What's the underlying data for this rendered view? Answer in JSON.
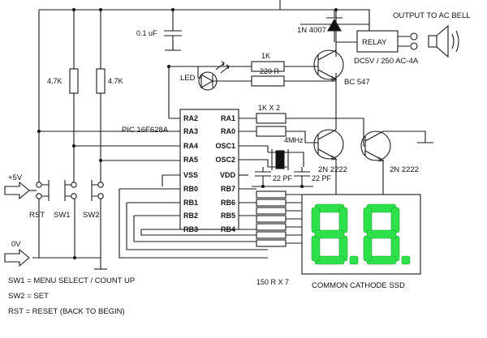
{
  "labels": {
    "output": "OUTPUT TO AC BELL",
    "diode": "1N 4007",
    "relay": "RELAY",
    "relay_rating": "DC5V / 250 AC-4A",
    "cap1": "0.1 uF",
    "r_pull1": "4.7K",
    "r_pull2": "4.7K",
    "r_1k": "1K",
    "led": "LED",
    "r_220": "220 R",
    "q_bell": "BC 547",
    "r_1kx2": "1K X 2",
    "xtal": "4MHz",
    "pic": "PIC 16F628A",
    "cap_a": "22 PF",
    "cap_b": "22 PF",
    "q1": "2N 2222",
    "q2": "2N 2222",
    "plus5": "+5V",
    "zero": "0V",
    "rst": "RST",
    "sw1": "SW1",
    "sw2": "SW2",
    "r_150": "150 R X 7",
    "ssd": "COMMON CATHODE SSD",
    "note1": "SW1 = MENU SELECT / COUNT UP",
    "note2": "SW2 = SET",
    "note3": "RST = RESET (BACK TO BEGIN)"
  },
  "pins_left": [
    "RA2",
    "RA3",
    "RA4",
    "RA5",
    "VSS",
    "RB0",
    "RB1",
    "RB2",
    "RB3"
  ],
  "pins_right": [
    "RA1",
    "RA0",
    "OSC1",
    "OSC2",
    "VDD",
    "RB7",
    "RB6",
    "RB5",
    "RB4"
  ],
  "colors": {
    "segment": "#2ee04a",
    "wire": "#1a1a1a"
  }
}
